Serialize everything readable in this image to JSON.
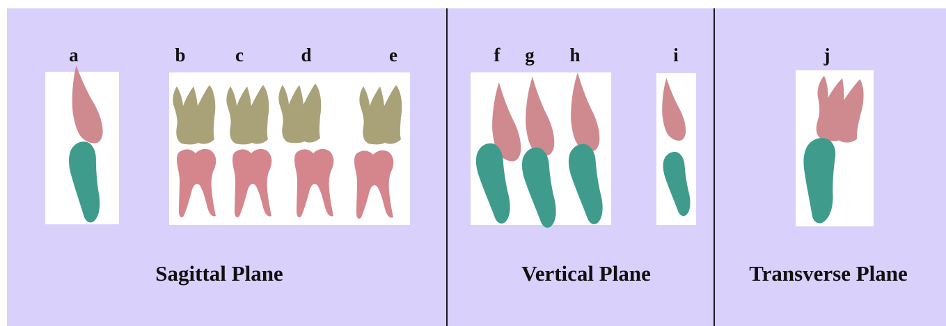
{
  "colors": {
    "background": "#d9d1fb",
    "upper_canine": "#cf8a8f",
    "lower_canine": "#3f9c8c",
    "upper_molar": "#a9a279",
    "lower_molar": "#d4868c",
    "divider": "#1a1a1a"
  },
  "letters": {
    "a": "a",
    "b": "b",
    "c": "c",
    "d": "d",
    "e": "e",
    "f": "f",
    "g": "g",
    "h": "h",
    "i": "i",
    "j": "j"
  },
  "planes": {
    "sagittal": "Sagittal Plane",
    "vertical": "Vertical Plane",
    "transverse": "Transverse Plane"
  }
}
